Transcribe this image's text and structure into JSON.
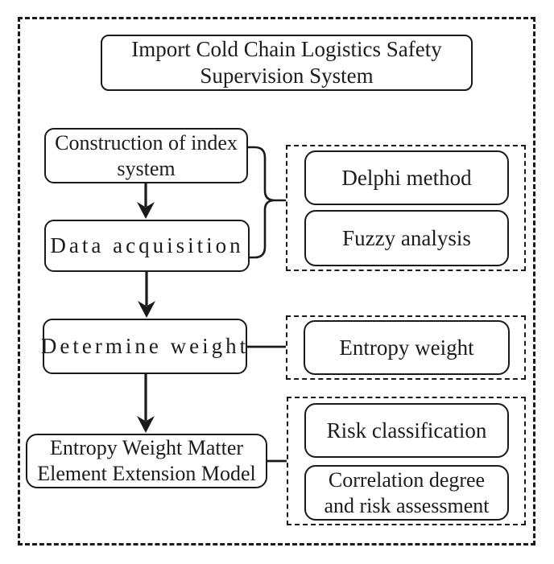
{
  "diagram": {
    "title": {
      "line1": "Import Cold Chain Logistics Safety",
      "line2": "Supervision System"
    },
    "flow": {
      "construction": {
        "line1": "Construction of index",
        "line2": "system"
      },
      "data_acquisition": {
        "label": "Data acquisition"
      },
      "determine_weight": {
        "label": "Determine weight"
      },
      "model": {
        "line1": "Entropy Weight Matter",
        "line2": "Element Extension Model"
      }
    },
    "methods": {
      "delphi": {
        "label": "Delphi method"
      },
      "fuzzy": {
        "label": "Fuzzy analysis"
      },
      "entropy": {
        "label": "Entropy weight"
      },
      "risk": {
        "label": "Risk classification"
      },
      "correlation": {
        "line1": "Correlation degree",
        "line2": "and risk assessment"
      }
    },
    "colors": {
      "ink": "#1a1a1a",
      "background": "#ffffff"
    }
  }
}
